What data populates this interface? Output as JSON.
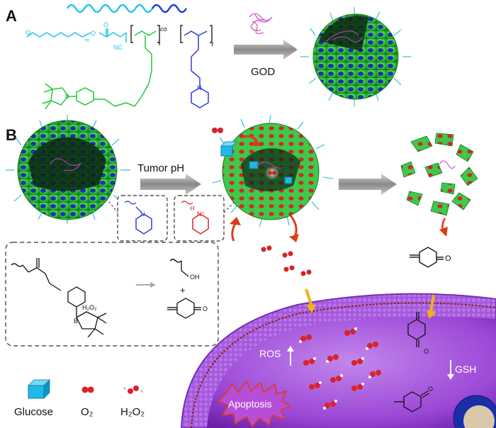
{
  "panels": {
    "a": "A",
    "b": "B"
  },
  "polymer": {
    "atom_o_left": "O",
    "sub_m": "m",
    "atom_o2": "O",
    "atom_o3": "O",
    "cn": "NC",
    "co": "co",
    "sub_x": "x",
    "sub_y": "y",
    "boron": "B",
    "n_atom": "N"
  },
  "arrows": {
    "god": "GOD",
    "tumor_ph": "Tumor pH"
  },
  "inset": {
    "oh": "OH",
    "plus": "+",
    "h2o2": "H₂O₂",
    "b": "B",
    "o": "O",
    "n": "N",
    "nh": "H",
    "nplus": "N⁺"
  },
  "cell": {
    "ros": "ROS",
    "gsh": "GSH",
    "apoptosis": "Apoptosis",
    "o_atom": "O"
  },
  "legend": {
    "glucose": "Glucose",
    "o2": "O₂",
    "h2o2": "H₂O₂"
  },
  "colors": {
    "cyan_peg": "#22c4e8",
    "green_block": "#22c83a",
    "blue_block": "#2a3cdc",
    "shell_green": "#34d23c",
    "shell_blue": "#1f2fb0",
    "cell_purple": "#9a3fd0",
    "o2_red": "#d8232a",
    "glucose_cyan": "#1fb8e8"
  }
}
